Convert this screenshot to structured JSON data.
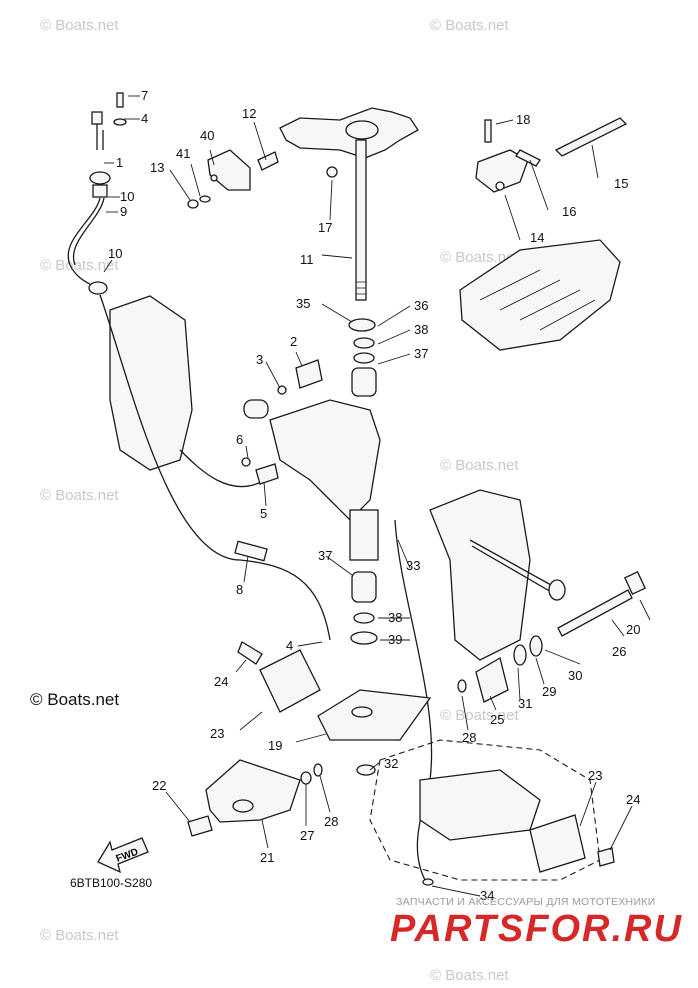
{
  "diagram": {
    "code": "6BTB100-S280",
    "copyright": "© Boats.net",
    "watermark": "© Boats.net",
    "fwd_label": "FWD",
    "shop": {
      "subtitle": "ЗАПЧАСТИ И АКСЕССУАРЫ ДЛЯ МОТОТЕХНИКИ",
      "brand": "PARTSFOR.RU"
    },
    "callouts": [
      "1",
      "2",
      "3",
      "4",
      "5",
      "6",
      "7",
      "8",
      "9",
      "10",
      "11",
      "12",
      "13",
      "14",
      "15",
      "16",
      "17",
      "18",
      "19",
      "20",
      "21",
      "22",
      "23",
      "24",
      "25",
      "26",
      "27",
      "28",
      "29",
      "30",
      "31",
      "32",
      "33",
      "34",
      "35",
      "36",
      "37",
      "38",
      "39",
      "40",
      "41"
    ]
  }
}
